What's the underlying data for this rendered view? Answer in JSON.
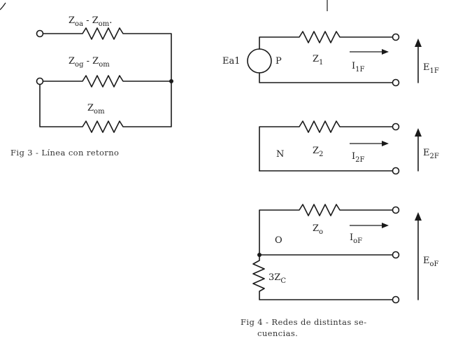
{
  "fig3": {
    "zoa_zom": {
      "z1": "Z",
      "s1": "oa",
      "sep": " - ",
      "z2": "Z",
      "s2": "om",
      "tail": "."
    },
    "zog_zom": {
      "z1": "Z",
      "s1": "og",
      "sep": " - ",
      "z2": "Z",
      "s2": "om"
    },
    "zom": {
      "z": "Z",
      "s": "om"
    },
    "caption": "Fig 3 - Línea con  retorno"
  },
  "fig4": {
    "positive": {
      "source_label": "Ea1",
      "node_label": "P",
      "impedance": {
        "z": "Z",
        "s": "1"
      },
      "current": {
        "i": "I",
        "s": "1F"
      },
      "voltage": {
        "e": "E",
        "s": "1F"
      }
    },
    "negative": {
      "node_label": "N",
      "impedance": {
        "z": "Z",
        "s": "2"
      },
      "current": {
        "i": "I",
        "s": "2F"
      },
      "voltage": {
        "e": "E",
        "s": "2F"
      }
    },
    "zero": {
      "node_label": "O",
      "impedance": {
        "z": "Z",
        "s": "o"
      },
      "current": {
        "i": "I",
        "s": "oF"
      },
      "voltage": {
        "e": "E",
        "s": "oF"
      },
      "ground_impedance": {
        "z": "3Z",
        "s": "C"
      }
    },
    "caption_line1": "Fig 4 - Redes de distintas se-",
    "caption_line2": "cuencias."
  }
}
